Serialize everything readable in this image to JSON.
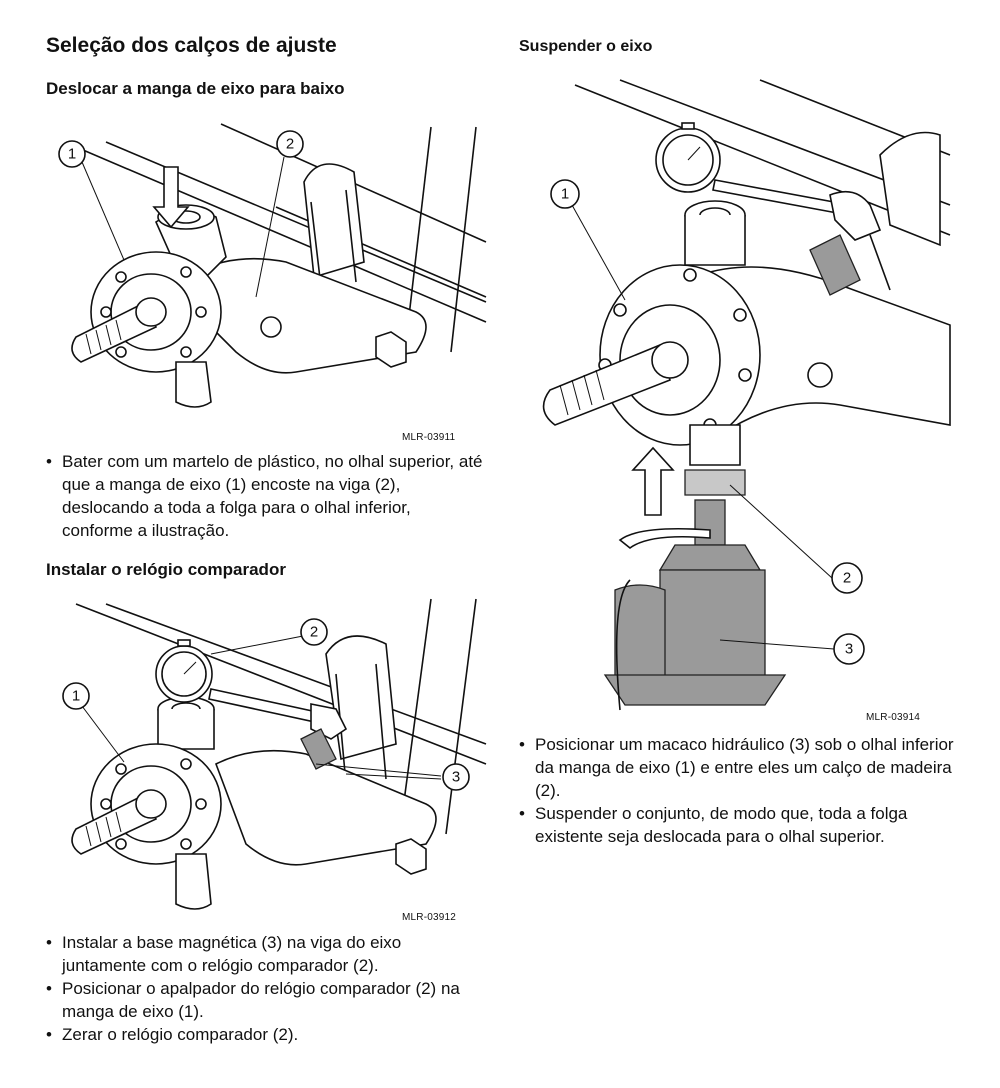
{
  "left": {
    "title": "Seleção dos calços de ajuste",
    "section1": {
      "heading": "Deslocar a manga de eixo para baixo",
      "figure_code": "MLR-03911",
      "callouts": [
        "1",
        "2"
      ],
      "bullets": [
        "Bater com um martelo de plástico, no olhal superior, até que a manga de eixo (1) encoste na viga (2), deslocando a toda a folga para o olhal inferior, conforme a ilustração."
      ]
    },
    "section2": {
      "heading": "Instalar o relógio comparador",
      "figure_code": "MLR-03912",
      "callouts": [
        "1",
        "2",
        "3"
      ],
      "bullets": [
        "Instalar a base magnética (3) na viga do eixo juntamente com o relógio comparador (2).",
        "Posicionar o apalpador do relógio comparador (2) na manga de eixo (1).",
        "Zerar o relógio comparador (2)."
      ]
    }
  },
  "right": {
    "section3": {
      "heading": "Suspender o eixo",
      "figure_code": "MLR-03914",
      "callouts": [
        "1",
        "2",
        "3"
      ],
      "bullets": [
        "Posicionar um macaco hidráulico (3) sob o olhal inferior da manga de eixo (1) e entre eles um calço de madeira (2).",
        " Suspender o conjunto, de modo que, toda a folga existente seja deslocada para o olhal superior."
      ]
    }
  },
  "colors": {
    "ink": "#111111",
    "shade": "#9a9a9a",
    "background": "#ffffff"
  }
}
